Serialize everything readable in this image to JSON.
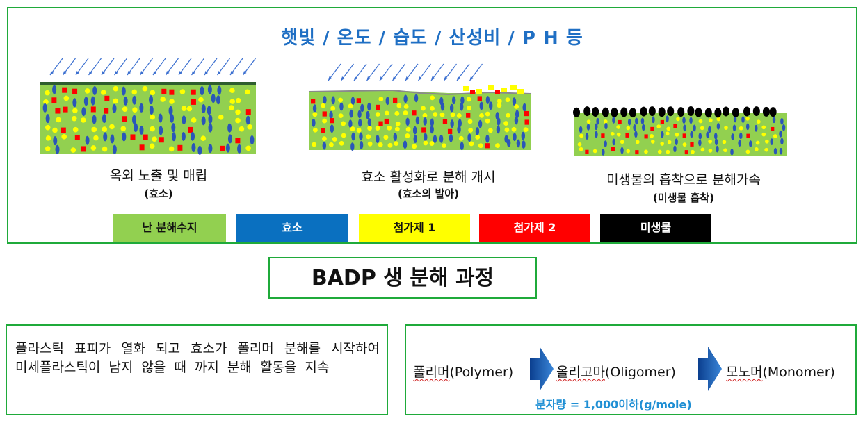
{
  "headline": "햇빛 / 온도 / 습도 / 산성비 / P H 등",
  "stages": [
    {
      "label": "옥외 노출 및 매립",
      "sub": "(효소)"
    },
    {
      "label": "효소 활성화로 분해 개시",
      "sub": "(효소의 발아)"
    },
    {
      "label": "미생물의 흡착으로 분해가속",
      "sub": "(미생물 흡착)"
    }
  ],
  "legend": [
    {
      "label": "난 분해수지",
      "color": "#92d050",
      "text_color": "#111111"
    },
    {
      "label": "효소",
      "color": "#0a70c0",
      "text_color": "#ffffff"
    },
    {
      "label": "첨가제 1",
      "color": "#ffff00",
      "text_color": "#111111"
    },
    {
      "label": "첨가제 2",
      "color": "#ff0000",
      "text_color": "#ffffff"
    },
    {
      "label": "미생물",
      "color": "#000000",
      "text_color": "#ffffff"
    }
  ],
  "process_title": "BADP 생 분해 과정",
  "description": "플라스틱 표피가 열화 되고 효소가 폴리머 분해를 시작하여 미세플라스틱이 남지 않을 때 까지 분해 활동을 지속",
  "flow": {
    "terms": [
      {
        "ko": "폴리머",
        "en": "(Polymer)"
      },
      {
        "ko": "올리고마",
        "en": "(Oligomer)"
      },
      {
        "ko": "모노머",
        "en": "(Monomer)"
      }
    ],
    "note": "분자량 = 1,000이하(g/mole)"
  },
  "colors": {
    "frame": "#1faa3a",
    "headline": "#1f6fc4",
    "arrow": "#1f5fb0",
    "note": "#1f8fd4"
  }
}
